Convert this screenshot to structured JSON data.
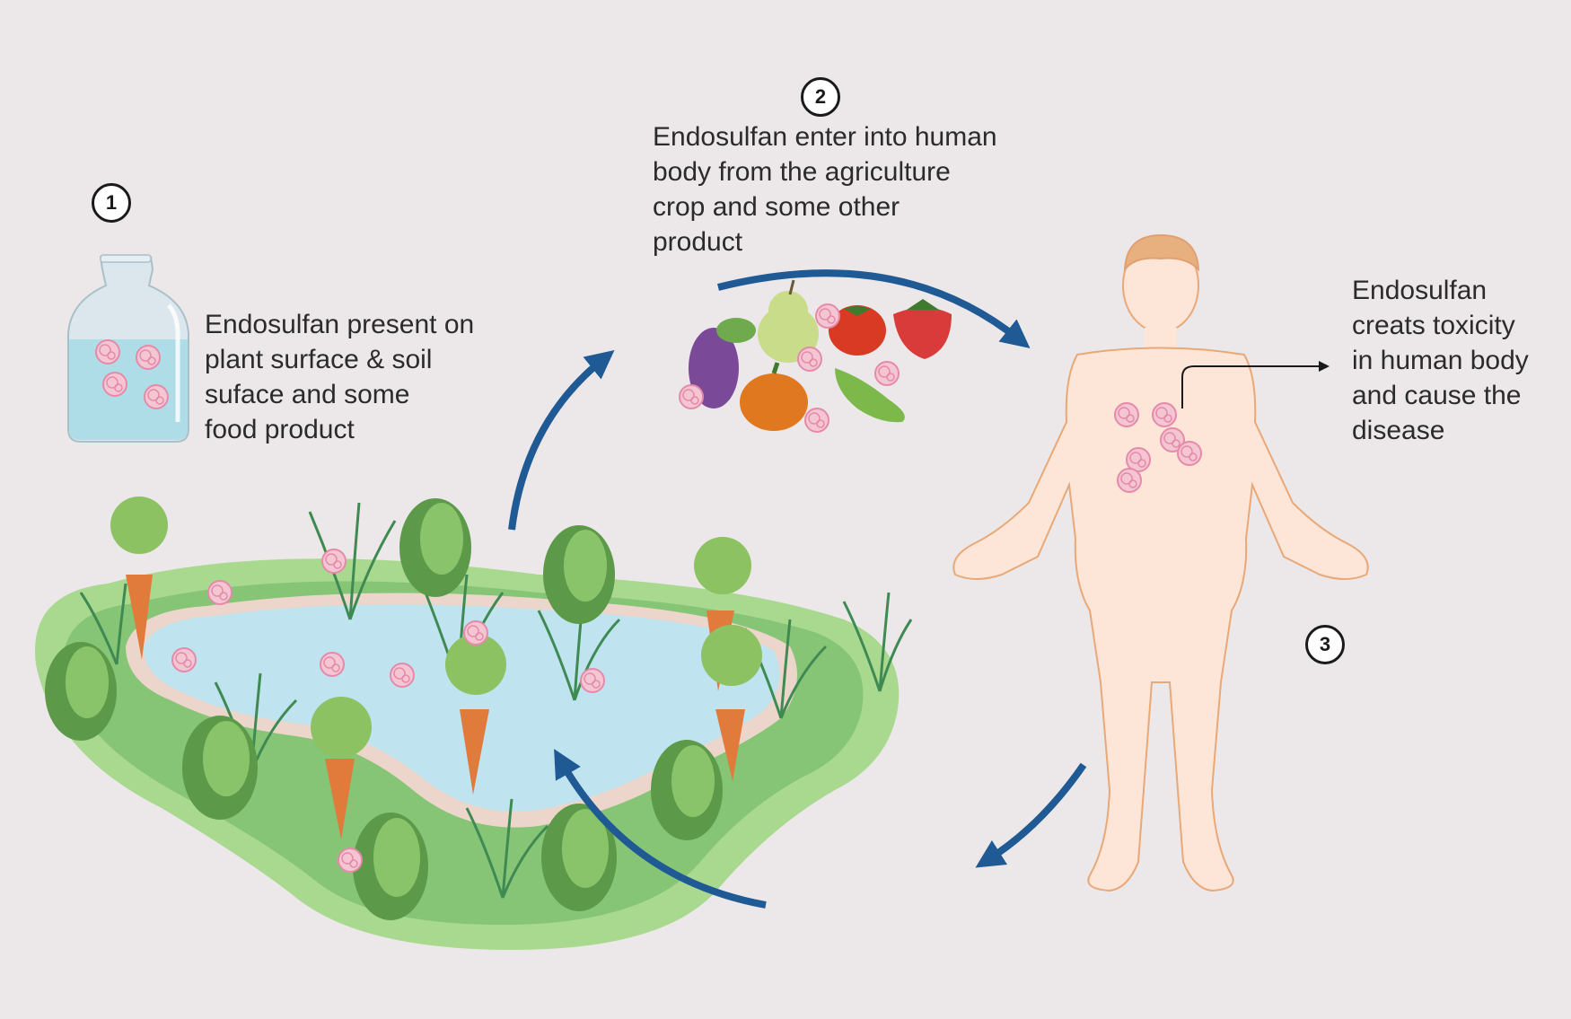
{
  "figure": {
    "topic": "Endosulfan pathway from environment to human body",
    "colors": {
      "background": "#ece8ea",
      "arrow": "#1f5a94",
      "water": "#bfe3ef",
      "grass": "#8cc97a",
      "skin": "#fde6d8",
      "skin_outline": "#e8a877",
      "particle": "#e58aa8",
      "text": "#2b2b2b"
    }
  },
  "steps": [
    {
      "number": "1",
      "text": "Endosulfan present on\nplant  surface & soil\nsuface  and some\nfood product"
    },
    {
      "number": "2",
      "text": "Endosulfan enter into human\nbody from the agriculture\ncrop and some other\nproduct"
    },
    {
      "number": "3",
      "text": "Endosulfan\ncreats toxicity\nin human body\nand cause the\ndisease"
    }
  ],
  "icons": {
    "bottle": "bottle-icon",
    "field": "crop-field-pond-icon",
    "fruits": [
      "grapes-icon",
      "pear-icon",
      "tomato-icon",
      "strawberry-icon",
      "pumpkin-icon",
      "pea-pod-icon"
    ],
    "human": "human-body-icon",
    "particle": "endosulfan-particle-icon"
  }
}
